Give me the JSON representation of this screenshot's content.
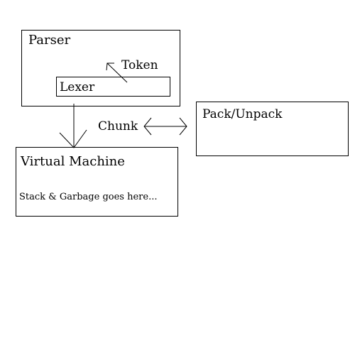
{
  "parser": {
    "label": "Parser"
  },
  "lexer": {
    "label": "Lexer"
  },
  "token": {
    "label": "Token"
  },
  "chunk": {
    "label": "Chunk"
  },
  "pack": {
    "label": "Pack/Unpack"
  },
  "vm": {
    "label": "Virtual Machine",
    "note": "Stack & Garbage goes here..."
  }
}
